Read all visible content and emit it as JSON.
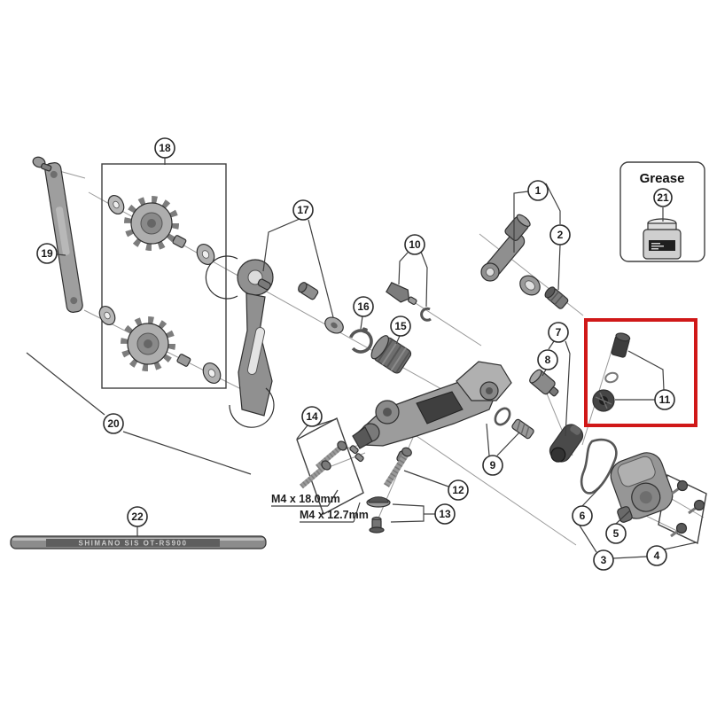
{
  "diagram": {
    "type": "exploded-parts-diagram",
    "subject": "rear derailleur assembly"
  },
  "colors": {
    "background": "#ffffff",
    "highlight_red": "#d01818",
    "line": "#3f3f3f",
    "part_light": "#b2b2b2",
    "part_mid": "#8f8f8f",
    "part_dark": "#4a4a4a"
  },
  "callouts": {
    "c1": "1",
    "c2": "2",
    "c3": "3",
    "c4": "4",
    "c5": "5",
    "c6": "6",
    "c7": "7",
    "c8": "8",
    "c9": "9",
    "c10": "10",
    "c11": "11",
    "c12": "12",
    "c13": "13",
    "c14": "14",
    "c15": "15",
    "c16": "16",
    "c17": "17",
    "c18": "18",
    "c19": "19",
    "c20": "20",
    "c21": "21",
    "c22": "22"
  },
  "grease_box": {
    "title": "Grease"
  },
  "labels": {
    "bolt_length_top": "M4 x 18.0mm",
    "bolt_length_bottom": "M4 x 12.7mm"
  },
  "cable": {
    "print": "SHIMANO SIS OT-RS900"
  },
  "icons": {
    "grease_jar": "grease-jar-icon",
    "highlight_box": "highlight-rectangle"
  }
}
